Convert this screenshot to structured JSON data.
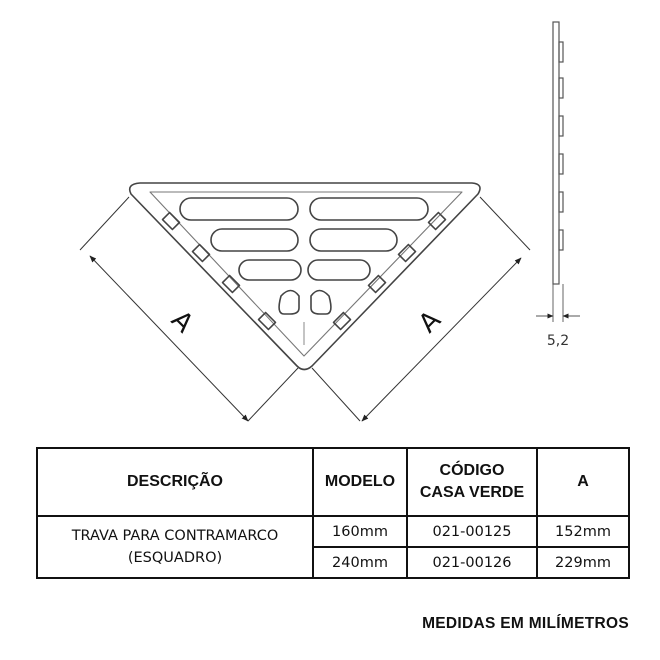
{
  "drawing": {
    "dimension_left": "A",
    "dimension_right": "A",
    "thickness": "5,2"
  },
  "table": {
    "headers": {
      "descricao": "DESCRIÇÃO",
      "modelo": "MODELO",
      "codigo_line1": "CÓDIGO",
      "codigo_line2": "CASA VERDE",
      "a": "A"
    },
    "description_line1": "TRAVA PARA CONTRAMARCO",
    "description_line2": "(ESQUADRO)",
    "rows": [
      {
        "modelo": "160mm",
        "codigo": "021-00125",
        "a": "152mm"
      },
      {
        "modelo": "240mm",
        "codigo": "021-00126",
        "a": "229mm"
      }
    ]
  },
  "note": "MEDIDAS EM MILÍMETROS"
}
